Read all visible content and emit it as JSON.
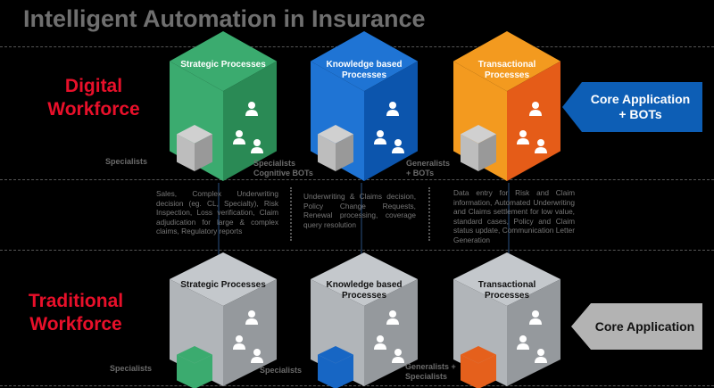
{
  "title": "Intelligent Automation in Insurance",
  "digital": {
    "label_line1": "Digital",
    "label_line2": "Workforce",
    "cubes": [
      {
        "label": "Strategic Processes",
        "color": "#3bab6f",
        "dark": "#2a8a55",
        "caption": "Specialists",
        "caption2": "Specialists Cognitive BOTs"
      },
      {
        "label": "Knowledge based Processes",
        "color": "#1f74d4",
        "dark": "#0c55ad",
        "caption": "Generalists + BOTs"
      },
      {
        "label": "Transactional Processes",
        "color": "#f39a1f",
        "dark": "#e55c18"
      }
    ],
    "arrow": {
      "line1": "Core Application",
      "line2": "+ BOTs",
      "color": "#0d5eb5"
    }
  },
  "descriptions": [
    "Sales, Complex Underwriting decision (eg. CL, Specialty), Risk Inspection, Loss verification, Claim adjudication for large & complex claims, Regulatory reports",
    "Underwriting & Claims decision, Policy Change Requests, Renewal processing, coverage query resolution",
    "Data entry for Risk and Claim information, Automated Underwriting and Claims settlement for low value, standard cases, Policy and Claim status update, Communication Letter Generation"
  ],
  "traditional": {
    "label_line1": "Traditional",
    "label_line2": "Workforce",
    "cubes": [
      {
        "label": "Strategic Processes",
        "accent": "#3bab6f",
        "caption": "Specialists",
        "caption2": "Specialists"
      },
      {
        "label": "Knowledge based Processes",
        "accent": "#1766c4",
        "caption": "Generalists + Specialists"
      },
      {
        "label": "Transactional Processes",
        "accent": "#e5601c"
      }
    ],
    "arrow": {
      "line1": "Core Application",
      "color": "#b3b3b3"
    }
  }
}
